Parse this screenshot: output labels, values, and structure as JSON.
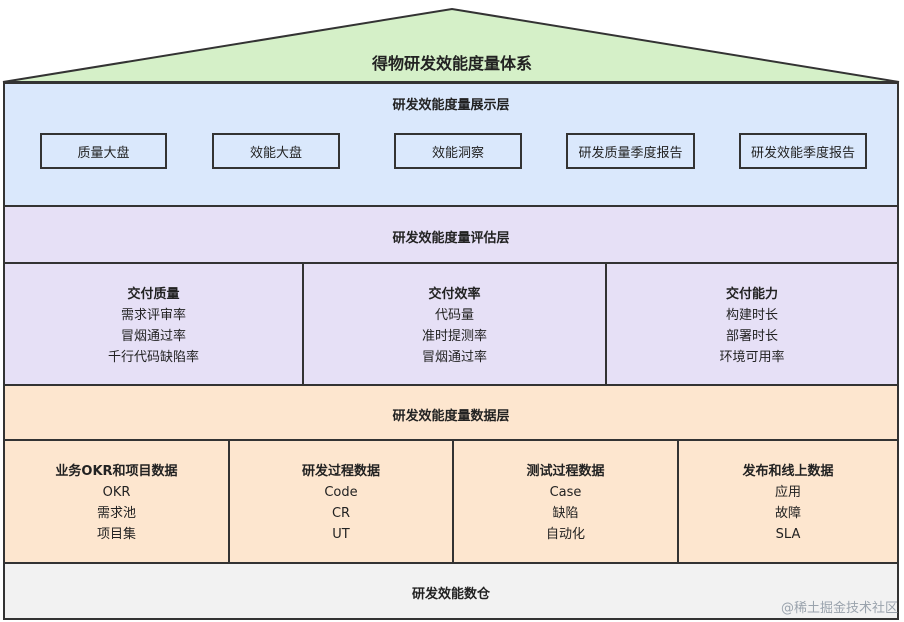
{
  "title": "得物研发效能度量体系",
  "display_layer": {
    "title": "研发效能度量展示层",
    "items": [
      "质量大盘",
      "效能大盘",
      "效能洞察",
      "研发质量季度报告",
      "研发效能季度报告"
    ]
  },
  "eval_layer": {
    "title": "研发效能度量评估层",
    "groups": [
      {
        "title": "交付质量",
        "items": [
          "需求评审率",
          "冒烟通过率",
          "千行代码缺陷率"
        ]
      },
      {
        "title": "交付效率",
        "items": [
          "代码量",
          "准时提测率",
          "冒烟通过率"
        ]
      },
      {
        "title": "交付能力",
        "items": [
          "构建时长",
          "部署时长",
          "环境可用率"
        ]
      }
    ]
  },
  "data_layer": {
    "title": "研发效能度量数据层",
    "groups": [
      {
        "title": "业务OKR和项目数据",
        "items": [
          "OKR",
          "需求池",
          "项目集"
        ]
      },
      {
        "title": "研发过程数据",
        "items": [
          "Code",
          "CR",
          "UT"
        ]
      },
      {
        "title": "测试过程数据",
        "items": [
          "Case",
          "缺陷",
          "自动化"
        ]
      },
      {
        "title": "发布和线上数据",
        "items": [
          "应用",
          "故障",
          "SLA"
        ]
      }
    ]
  },
  "warehouse": {
    "title": "研发效能数仓"
  },
  "watermark": "@稀土掘金技术社区",
  "colors": {
    "roof": "#d5f0c8",
    "display": "#dae8fc",
    "eval": "#e6e0f6",
    "data": "#fde6cf",
    "warehouse": "#f2f2f2",
    "border": "#333333"
  }
}
